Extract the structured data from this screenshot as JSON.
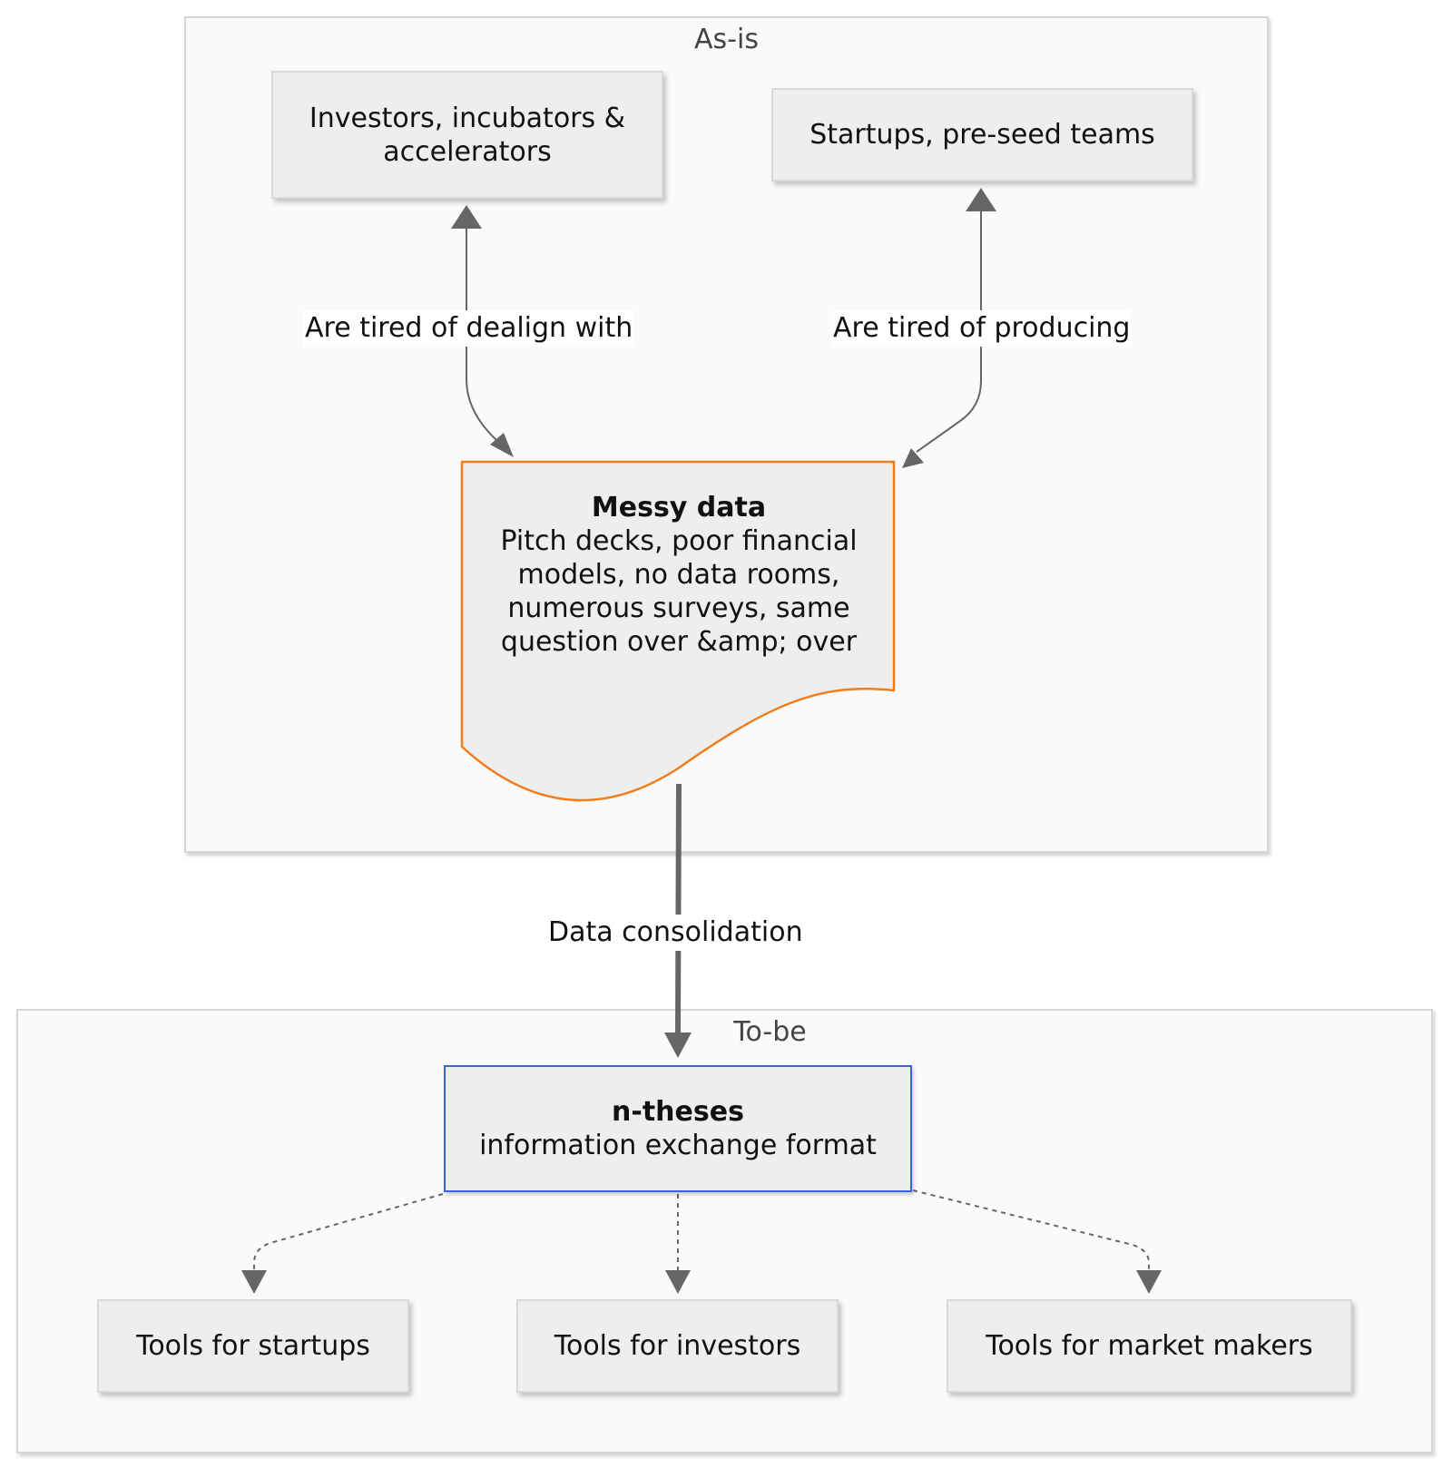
{
  "groups": {
    "as_is": {
      "label": "As-is"
    },
    "to_be": {
      "label": "To-be"
    }
  },
  "nodes": {
    "investors": "Investors, incubators & accelerators",
    "startups": "Startups, pre-seed teams",
    "messy_data": {
      "title": "Messy data",
      "body": "Pitch decks, poor financial models, no data rooms, numerous surveys, same question over &amp; over"
    },
    "n_theses": {
      "title": "n-theses",
      "subtitle": "information exchange format"
    },
    "tools_startups": "Tools for startups",
    "tools_investors": "Tools for investors",
    "tools_market_makers": "Tools for market makers"
  },
  "edges": {
    "investors_label": "Are tired of dealign with",
    "startups_label": "Are tired of producing",
    "consolidation_label": "Data consolidation"
  },
  "colors": {
    "messy_border": "#f07d1a",
    "ntheses_border": "#3b63d8",
    "arrow": "#666666"
  }
}
